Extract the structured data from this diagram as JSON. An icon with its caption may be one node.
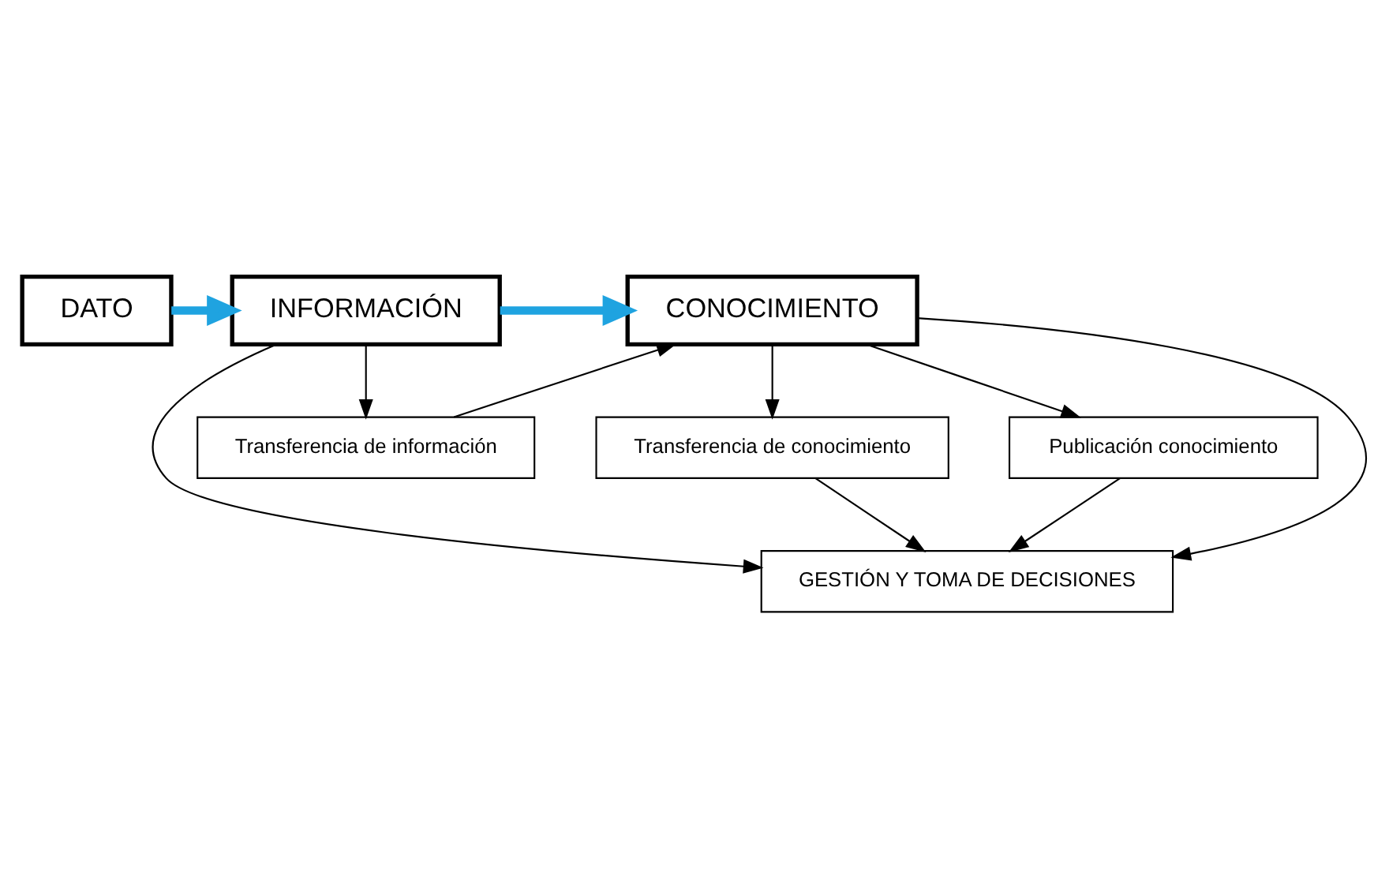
{
  "diagram": {
    "nodes": [
      {
        "text": [
          "DATO"
        ]
      },
      {
        "text": [
          "INFORMACIÓN"
        ]
      },
      {
        "text": [
          "CONOCIMIENTO"
        ]
      },
      {
        "text": [
          "Transferencia de información"
        ]
      },
      {
        "text": [
          "Transferencia de conocimiento"
        ]
      },
      {
        "text": [
          "Publicación conocimiento"
        ]
      },
      {
        "text": [
          "GESTIÓN Y TOMA DE DECISIONES"
        ]
      }
    ],
    "edges": [
      {
        "from": 0,
        "to": 1,
        "arrow": "to",
        "style": "thick",
        "color": "#1fa3e0"
      },
      {
        "from": 1,
        "to": 2,
        "arrow": "to",
        "style": "thick",
        "color": "#1fa3e0"
      },
      {
        "from": 1,
        "to": 3,
        "arrow": "to"
      },
      {
        "from": 3,
        "to": 2,
        "arrow": "to"
      },
      {
        "from": 2,
        "to": 4,
        "arrow": "to"
      },
      {
        "from": 2,
        "to": 5,
        "arrow": "to"
      },
      {
        "from": 2,
        "to": 6,
        "arrow": "to"
      },
      {
        "from": 1,
        "to": 6,
        "arrow": "to"
      },
      {
        "from": 4,
        "to": 6,
        "arrow": "to"
      },
      {
        "from": 5,
        "to": 6,
        "arrow": "to"
      }
    ]
  }
}
